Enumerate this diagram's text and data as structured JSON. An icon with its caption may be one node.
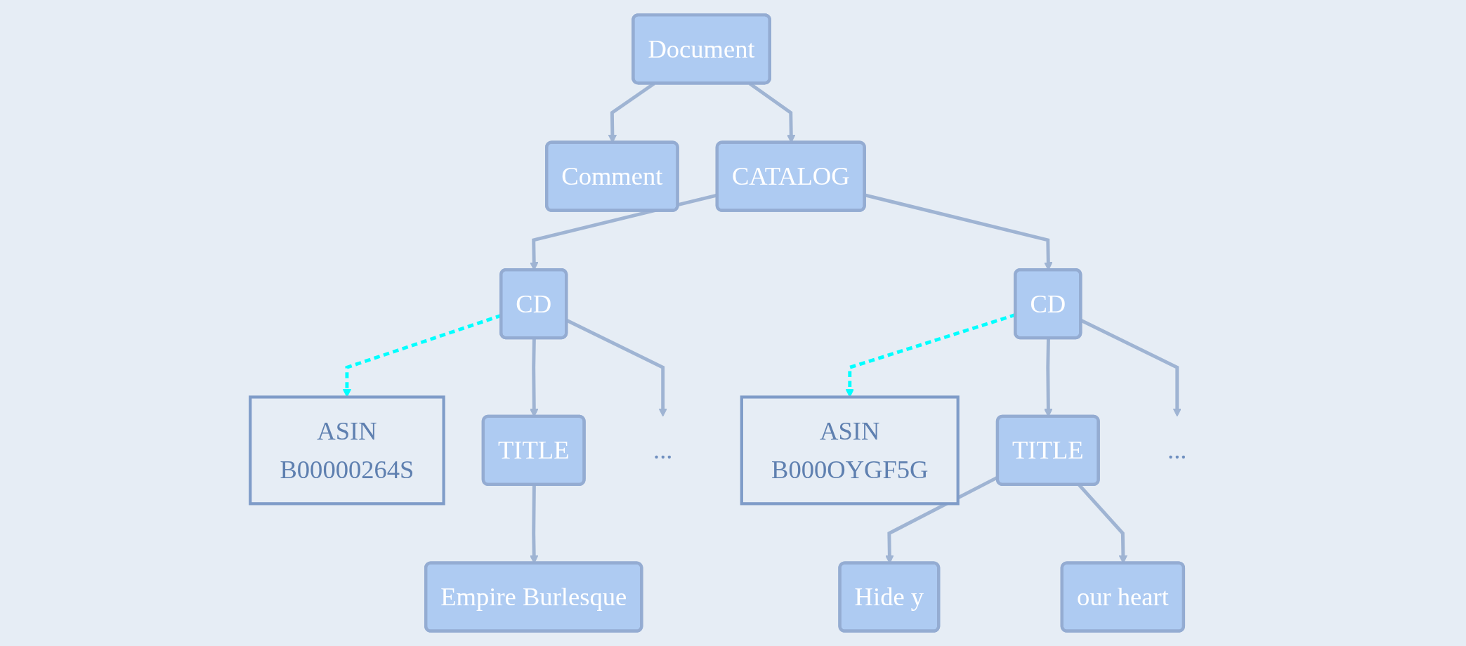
{
  "diagram": {
    "nodes": [
      {
        "text": [
          "Document"
        ]
      },
      {
        "text": [
          "Comment"
        ]
      },
      {
        "text": [
          "CATALOG"
        ]
      },
      {
        "text": [
          "ASIN",
          "B00000264S"
        ]
      },
      {
        "text": [
          "CD"
        ]
      },
      {
        "text": [
          "CD"
        ]
      },
      {
        "text": [
          "ASIN",
          "B000OYGF5G"
        ]
      },
      {
        "text": [
          "TITLE"
        ]
      },
      {
        "text": [
          "..."
        ]
      },
      {
        "text": [
          "TITLE"
        ]
      },
      {
        "text": [
          "..."
        ]
      },
      {
        "text": [
          "Empire Burlesque"
        ]
      },
      {
        "text": [
          "Hide y"
        ]
      },
      {
        "text": [
          "our heart"
        ]
      }
    ],
    "edges": [
      {
        "from": 0,
        "to": 1,
        "arrow": "to"
      },
      {
        "from": 0,
        "to": 2,
        "arrow": "to"
      },
      {
        "from": 2,
        "to": 4,
        "arrow": "to"
      },
      {
        "from": 2,
        "to": 5,
        "arrow": "to"
      },
      {
        "from": 4,
        "to": 3,
        "arrow": "to",
        "style": "dashed",
        "color": "#00ffff"
      },
      {
        "from": 5,
        "to": 6,
        "arrow": "to",
        "style": "dashed",
        "color": "#00ffff"
      },
      {
        "from": 4,
        "to": 7,
        "arrow": "to"
      },
      {
        "from": 4,
        "to": 8,
        "arrow": "to"
      },
      {
        "from": 5,
        "to": 9,
        "arrow": "to"
      },
      {
        "from": 5,
        "to": 10,
        "arrow": "to"
      },
      {
        "from": 7,
        "to": 11,
        "arrow": "to"
      },
      {
        "from": 9,
        "to": 12,
        "arrow": "to"
      },
      {
        "from": 9,
        "to": 13,
        "arrow": "to"
      }
    ]
  }
}
